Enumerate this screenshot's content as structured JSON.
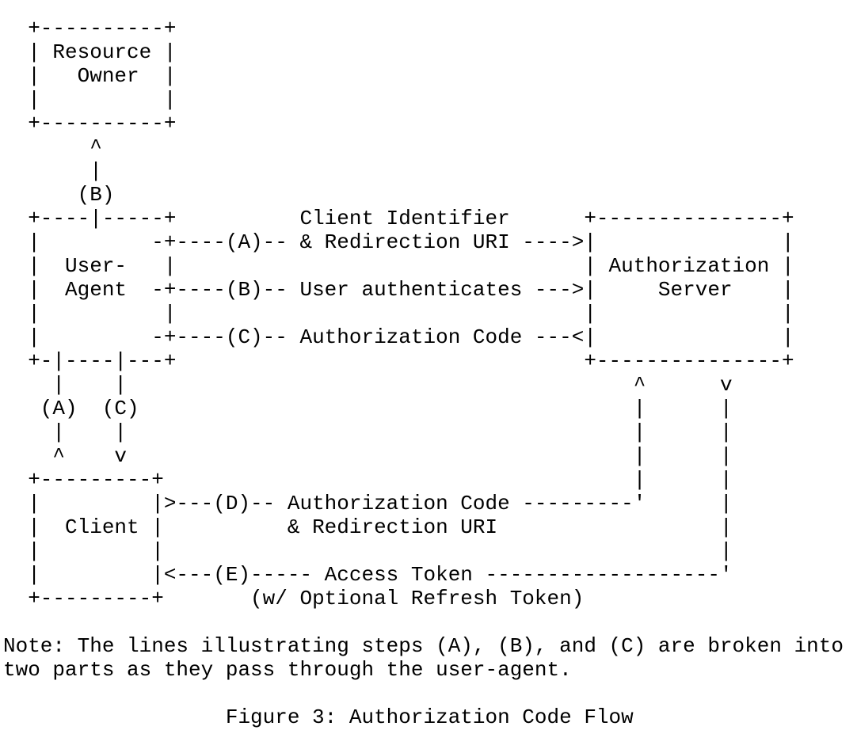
{
  "page": {
    "background_color": "#ffffff",
    "text_color": "#000000"
  },
  "figure": {
    "diagram_ascii": "  +----------+\n  | Resource |\n  |   Owner  |\n  |          |\n  +----------+\n       ^\n       |\n      (B)\n  +----|-----+          Client Identifier      +---------------+\n  |         -+----(A)-- & Redirection URI ---->|               |\n  |  User-   |                                 | Authorization |\n  |  Agent  -+----(B)-- User authenticates --->|     Server    |\n  |          |                                 |               |\n  |         -+----(C)-- Authorization Code ---<|               |\n  +-|----|---+                                 +---------------+\n    |    |                                         ^      v\n   (A)  (C)                                        |      |\n    |    |                                         |      |\n    ^    v                                         |      |\n  +---------+                                      |      |\n  |         |>---(D)-- Authorization Code ---------'      |\n  |  Client |          & Redirection URI                  |\n  |         |                                             |\n  |         |<---(E)----- Access Token -------------------'\n  +---------+       (w/ Optional Refresh Token)",
    "note": "Note: The lines illustrating steps (A), (B), and (C) are broken into\ntwo parts as they pass through the user-agent.",
    "caption": "Figure 3: Authorization Code Flow",
    "entities": [
      "Resource Owner",
      "User-Agent",
      "Client",
      "Authorization Server"
    ],
    "steps": [
      {
        "label": "(A)",
        "description": "Client Identifier & Redirection URI"
      },
      {
        "label": "(B)",
        "description": "User authenticates"
      },
      {
        "label": "(C)",
        "description": "Authorization Code"
      },
      {
        "label": "(D)",
        "description": "Authorization Code & Redirection URI"
      },
      {
        "label": "(E)",
        "description": "Access Token (w/ Optional Refresh Token)"
      }
    ]
  }
}
